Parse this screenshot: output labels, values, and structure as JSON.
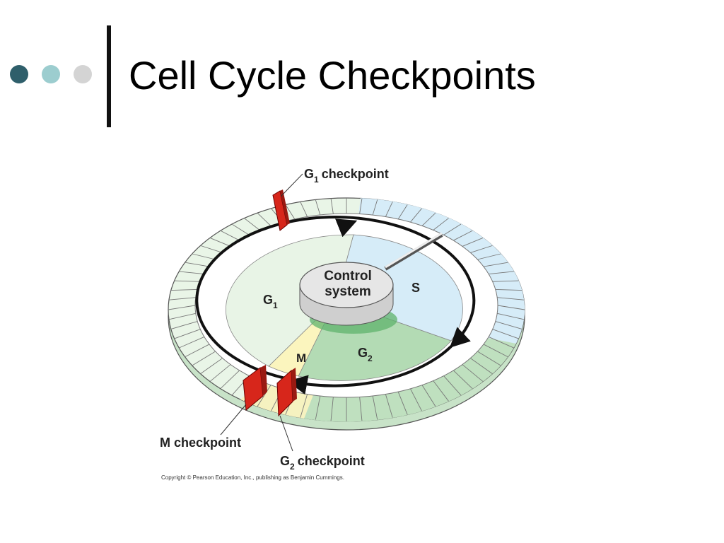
{
  "slide": {
    "title": "Cell Cycle Checkpoints",
    "colors": {
      "dot1": "#2f5f6b",
      "dot2": "#9ccdcf",
      "dot3": "#d4d4d4",
      "g1_phase": "#e8f4e6",
      "s_phase": "#d6ecf8",
      "g2_phase": "#b3dbb4",
      "m_phase": "#fbf5be",
      "checkpoint_red": "#d7261b"
    }
  },
  "diagram": {
    "labels": {
      "control_line1": "Control",
      "control_line2": "system",
      "phase_g1": "G",
      "phase_g1_sub": "1",
      "phase_s": "S",
      "phase_g2": "G",
      "phase_g2_sub": "2",
      "phase_m": "M",
      "g1_checkpoint_g": "G",
      "g1_checkpoint_sub": "1",
      "g1_checkpoint_text": "checkpoint",
      "m_checkpoint": "M checkpoint",
      "g2_checkpoint_g": "G",
      "g2_checkpoint_sub": "2",
      "g2_checkpoint_text": "checkpoint",
      "copyright": "Copyright © Pearson Education, Inc., publishing as Benjamin Cummings."
    }
  }
}
